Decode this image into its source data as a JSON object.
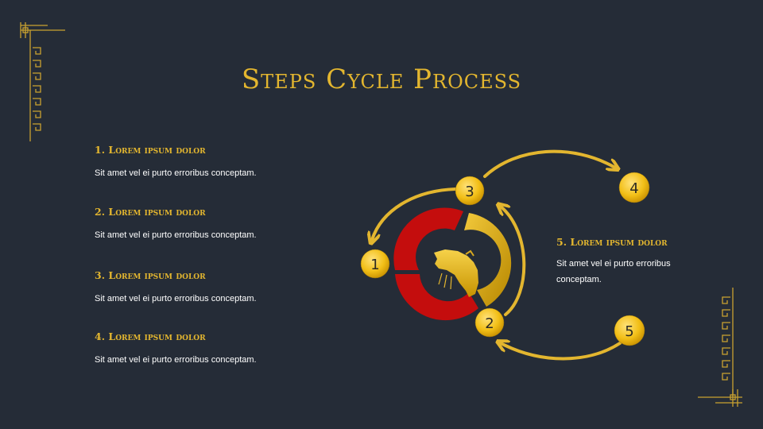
{
  "title": "Steps Cycle Process",
  "steps": [
    {
      "heading": "1. Lorem ipsum dolor",
      "text": "Sit amet vel ei purto erroribus conceptam."
    },
    {
      "heading": "2. Lorem ipsum dolor",
      "text": "Sit amet vel ei purto erroribus conceptam."
    },
    {
      "heading": "3. Lorem ipsum dolor",
      "text": "Sit amet vel ei purto erroribus conceptam."
    },
    {
      "heading": "4. Lorem ipsum dolor",
      "text": "Sit amet vel ei purto erroribus conceptam."
    },
    {
      "heading": "5. Lorem ipsum dolor",
      "text": "Sit amet vel ei purto erroribus conceptam."
    }
  ],
  "nodes": [
    "1",
    "2",
    "3",
    "4",
    "5"
  ],
  "center_icon": "tiger-head-icon",
  "colors": {
    "background": "#252c37",
    "gold": "#e3b62f",
    "red": "#c40d0d"
  }
}
